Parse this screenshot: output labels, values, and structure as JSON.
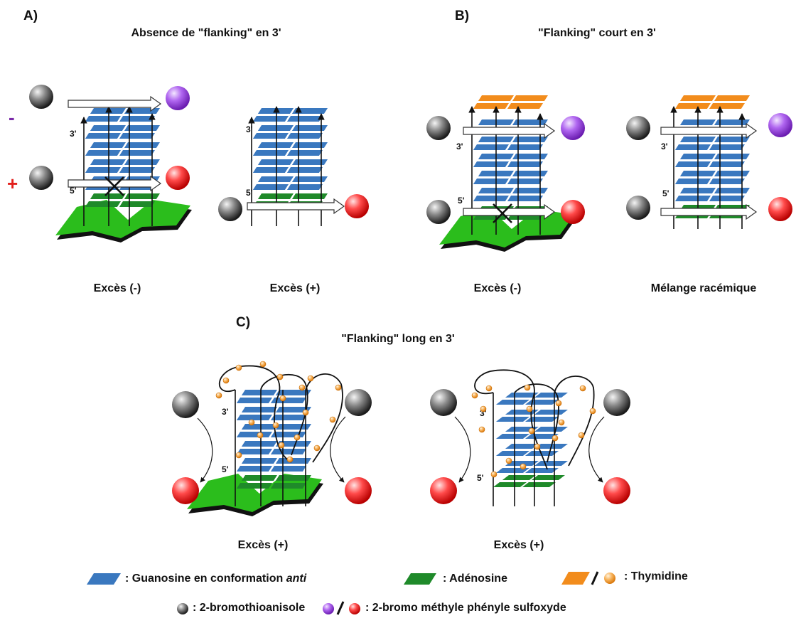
{
  "panels": {
    "A": {
      "letter": "A)",
      "title": "Absence de \"flanking\" en 3'",
      "captions": [
        "Excès (-)",
        "Excès (+)"
      ],
      "sign_minus": "-",
      "sign_plus": "+"
    },
    "B": {
      "letter": "B)",
      "title": "\"Flanking\" court en 3'",
      "captions": [
        "Excès (-)",
        "Mélange racémique"
      ]
    },
    "C": {
      "letter": "C)",
      "title": "\"Flanking\" long en 3'",
      "captions": [
        "Excès (+)",
        "Excès (+)"
      ]
    }
  },
  "strand_labels": {
    "three_prime": "3'",
    "five_prime": "5'"
  },
  "legend": {
    "guanosine_prefix": ": Guanosine en conformation ",
    "guanosine_italic": "anti",
    "adenosine": ": Adénosine",
    "thymidine": ": Thymidine",
    "substrate": ": 2-bromothioanisole",
    "product": ": 2-bromo méthyle phényle sulfoxyde"
  },
  "colors": {
    "guanosine": "#3a78bf",
    "adenosine": "#1f8a2a",
    "thymidine": "#f28c1c",
    "surface": "#2bbd1c",
    "minus_sign": "#7a2aa8",
    "plus_sign": "#e2201c",
    "substrate": "#555555",
    "product_minus": "#b066f0",
    "product_plus": "#ff3030"
  },
  "icons": [
    "grey-sphere-icon",
    "purple-sphere-icon",
    "red-sphere-icon",
    "cross-icon",
    "arrow-icon"
  ]
}
